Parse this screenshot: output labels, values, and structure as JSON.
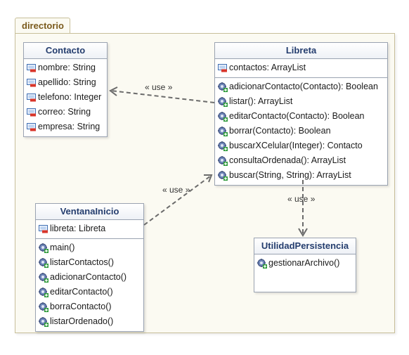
{
  "package": {
    "name": "directorio"
  },
  "classes": {
    "contacto": {
      "name": "Contacto",
      "attributes": [
        "nombre: String",
        "apellido: String",
        "telefono: Integer",
        "correo: String",
        "empresa: String"
      ],
      "operations": []
    },
    "libreta": {
      "name": "Libreta",
      "attributes": [
        "contactos: ArrayList"
      ],
      "operations": [
        "adicionarContacto(Contacto): Boolean",
        "listar(): ArrayList",
        "editarContacto(Contacto): Boolean",
        "borrar(Contacto): Boolean",
        "buscarXCelular(Integer): Contacto",
        "consultaOrdenada(): ArrayList",
        "buscar(String, String): ArrayList"
      ]
    },
    "ventana": {
      "name": "VentanaInicio",
      "attributes": [
        "libreta: Libreta"
      ],
      "operations": [
        "main()",
        "listarContactos()",
        "adicionarContacto()",
        "editarContacto()",
        "borraContacto()",
        "listarOrdenado()"
      ]
    },
    "utilidad": {
      "name": "UtilidadPersistencia",
      "attributes": [],
      "operations": [
        "gestionarArchivo()"
      ]
    }
  },
  "relations": [
    {
      "from": "Libreta",
      "to": "Contacto",
      "label": "« use »"
    },
    {
      "from": "VentanaInicio",
      "to": "Libreta",
      "label": "« use »"
    },
    {
      "from": "Libreta",
      "to": "UtilidadPersistencia",
      "label": "« use »"
    }
  ],
  "icons": {
    "attribute": "private-attribute-icon",
    "operation": "public-operation-icon"
  },
  "colors": {
    "title": "#243d6e",
    "border": "#9aa3b1",
    "package_fill": "#fbfaf2",
    "package_text": "#7a5a1c"
  }
}
